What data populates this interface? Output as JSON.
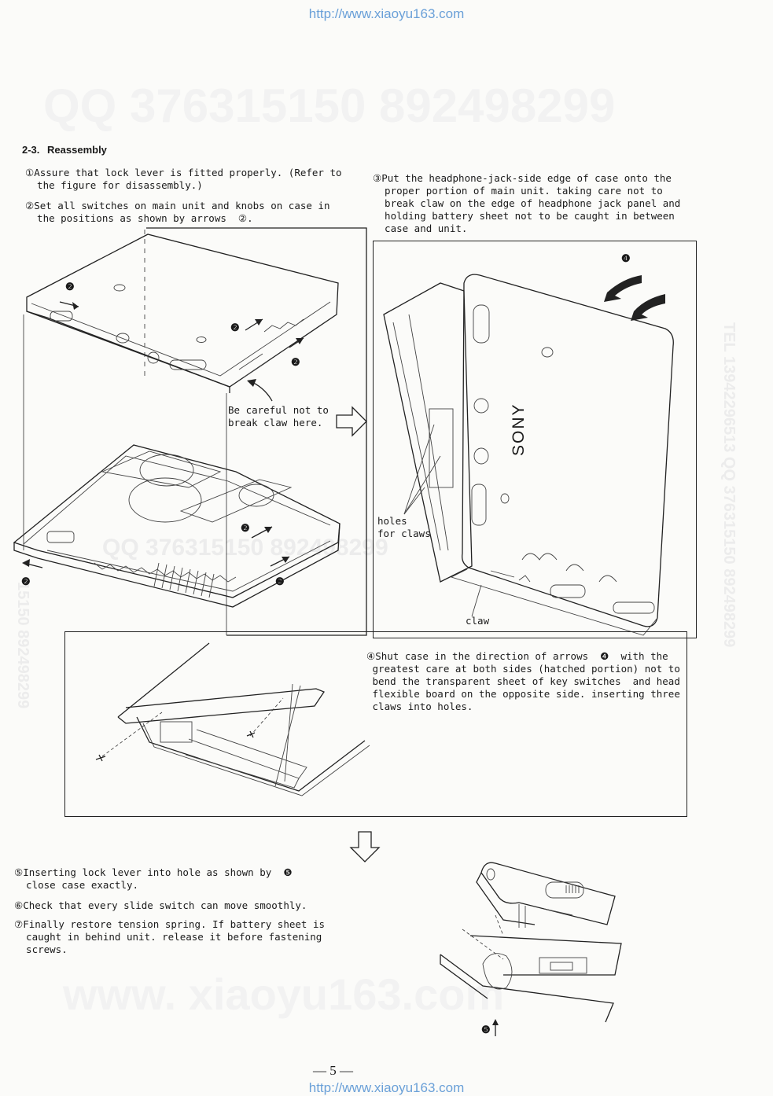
{
  "header": {
    "url": "http://www.xiaoyu163.com"
  },
  "watermarks": {
    "top": "QQ 376315150  892498299",
    "middle": "QQ 376315150  892498299",
    "bottom": "www. xiaoyu163.com",
    "right_vertical": "TEL 13942296513  QQ 376315150  892498299",
    "left_vertical": "15150  892498299"
  },
  "section": {
    "number": "2-3.",
    "title": "Reassembly"
  },
  "steps": [
    {
      "id": "1",
      "text": "①Assure that lock lever is fitted properly. (Refer to\n  the figure for disassembly.)"
    },
    {
      "id": "2",
      "text": "②Set all switches on main unit and knobs on case in\n  the positions as shown by arrows  ②."
    },
    {
      "id": "3",
      "text": "③Put the headphone-jack-side edge of case onto the\n  proper portion of main unit. taking care not to\n  break claw on the edge of headphone jack panel and\n  holding battery sheet not to be caught in between\n  case and unit."
    },
    {
      "id": "4",
      "text": "④Shut case in the direction of arrows  ❹  with the\n greatest care at both sides (hatched portion) not to\n bend the transparent sheet of key switches  and head\n flexible board on the opposite side. inserting three\n claws into holes."
    },
    {
      "id": "5",
      "text": "⑤Inserting lock lever into hole as shown by  ❺\n  close case exactly."
    },
    {
      "id": "6",
      "text": "⑥Check that every slide switch can move smoothly."
    },
    {
      "id": "7",
      "text": "⑦Finally restore tension spring. If battery sheet is\n  caught in behind unit. release it before fastening\n  screws."
    }
  ],
  "figure_labels": {
    "careful": "Be careful not to\nbreak claw here.",
    "holes": "holes\nfor claws",
    "claw": "claw",
    "brand": "SONY",
    "badge2": "❷",
    "badge4": "❹",
    "badge5": "❺"
  },
  "footer": {
    "page_number": "— 5 —",
    "url": "http://www.xiaoyu163.com"
  }
}
